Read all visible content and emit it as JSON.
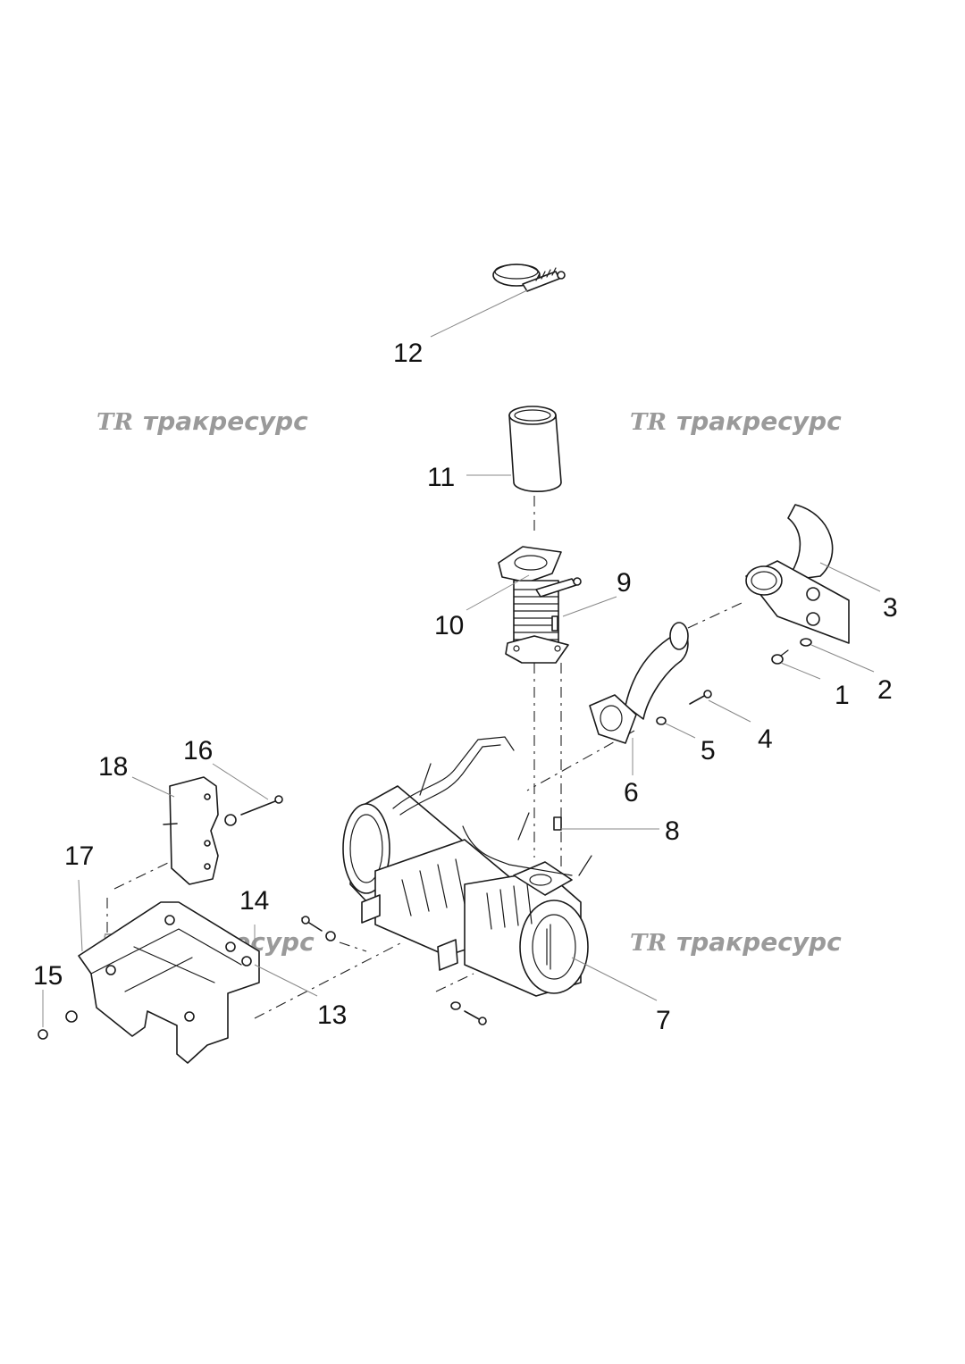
{
  "watermark": {
    "logo": "TR",
    "text": "тракресурс"
  },
  "callouts": [
    {
      "id": "1",
      "label": "1"
    },
    {
      "id": "2",
      "label": "2"
    },
    {
      "id": "3",
      "label": "3"
    },
    {
      "id": "4",
      "label": "4"
    },
    {
      "id": "5",
      "label": "5"
    },
    {
      "id": "6",
      "label": "6"
    },
    {
      "id": "7",
      "label": "7"
    },
    {
      "id": "8",
      "label": "8"
    },
    {
      "id": "9",
      "label": "9"
    },
    {
      "id": "10",
      "label": "10"
    },
    {
      "id": "11",
      "label": "11"
    },
    {
      "id": "12",
      "label": "12"
    },
    {
      "id": "13",
      "label": "13"
    },
    {
      "id": "14",
      "label": "14"
    },
    {
      "id": "15",
      "label": "15"
    },
    {
      "id": "16",
      "label": "16"
    },
    {
      "id": "17",
      "label": "17"
    },
    {
      "id": "18",
      "label": "18"
    }
  ]
}
